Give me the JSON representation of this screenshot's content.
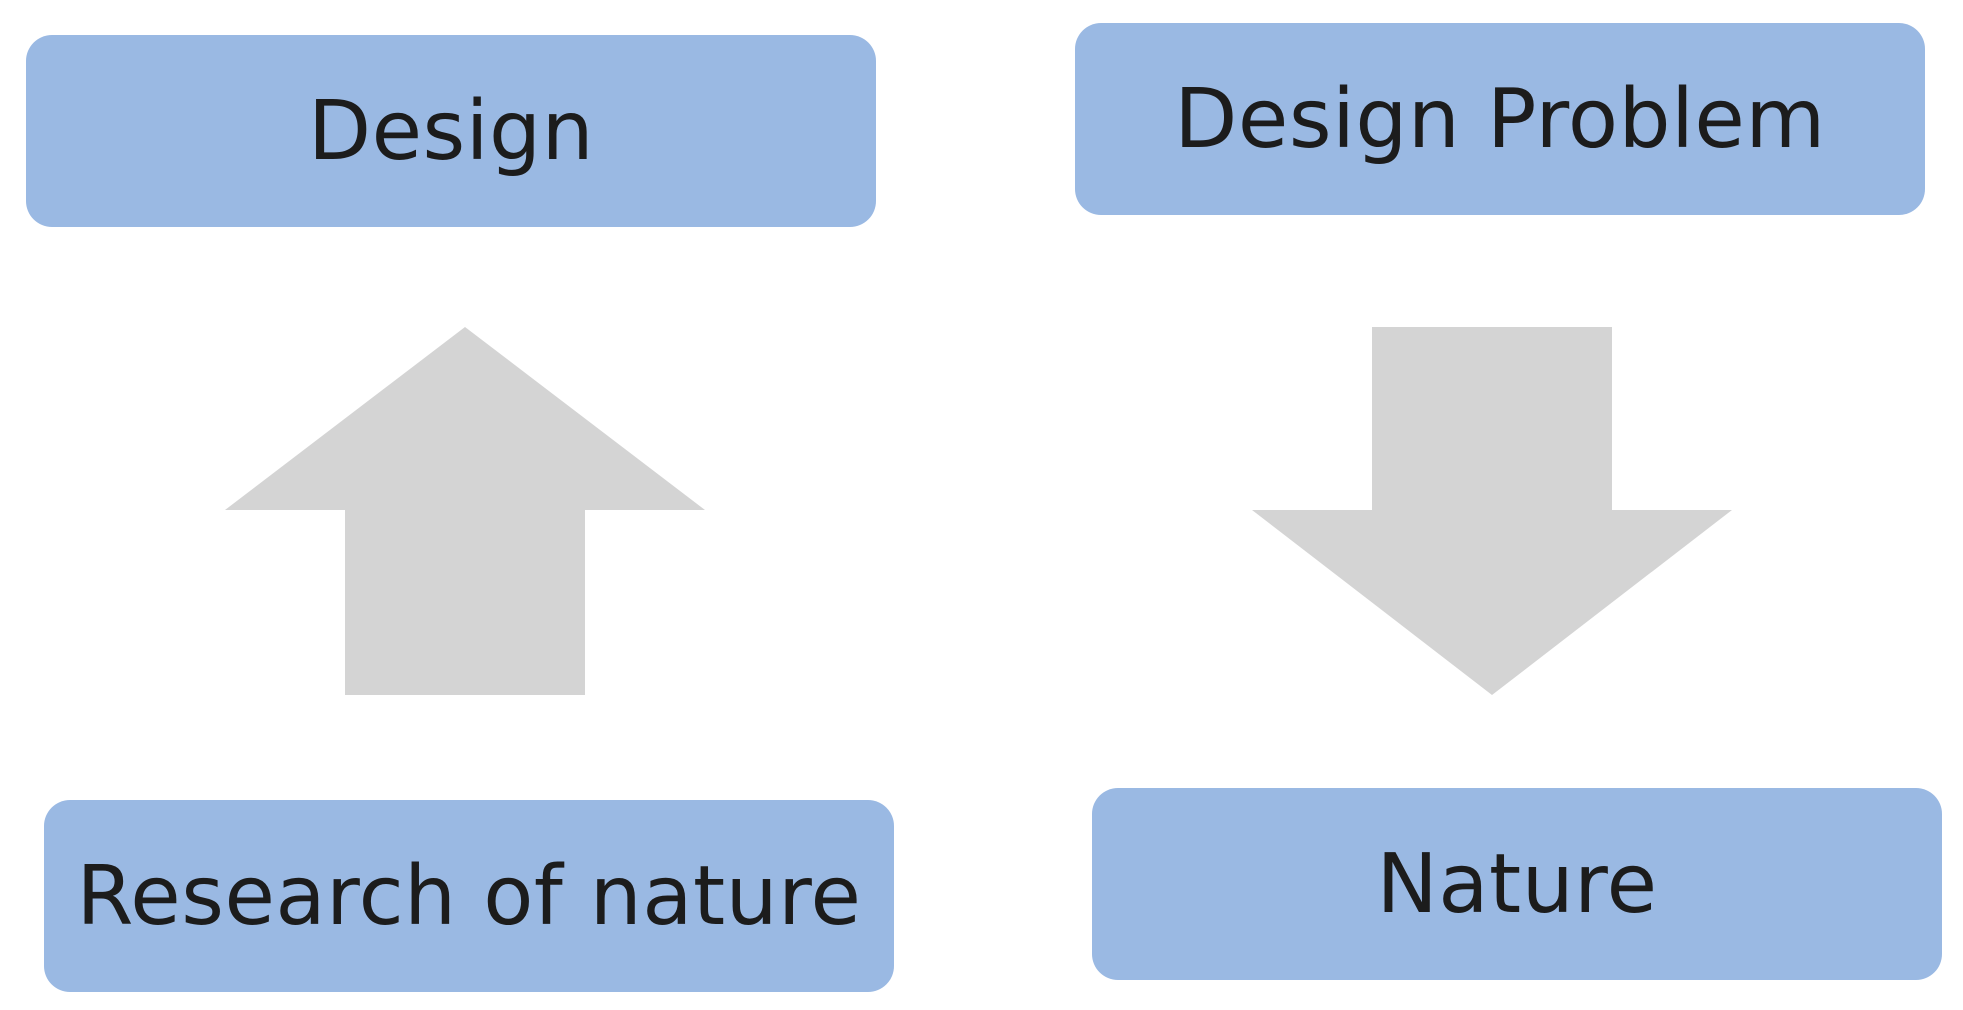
{
  "colors": {
    "box_fill": "#9ab9e3",
    "arrow_fill": "#d4d4d4",
    "text": "#1c1c1c"
  },
  "boxes": {
    "top_left": "Design",
    "top_right": "Design Problem",
    "bottom_left": "Research of nature",
    "bottom_right": "Nature"
  },
  "arrows": {
    "left": "arrow-up-icon",
    "right": "arrow-down-icon"
  }
}
